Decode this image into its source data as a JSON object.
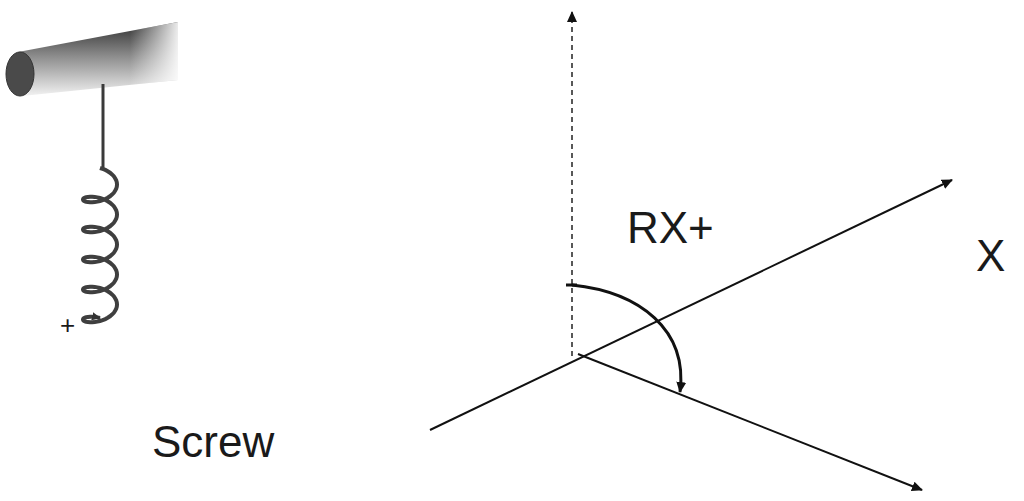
{
  "diagram": {
    "labels": [
      "+",
      "RX+",
      "X",
      "Screw"
    ]
  }
}
